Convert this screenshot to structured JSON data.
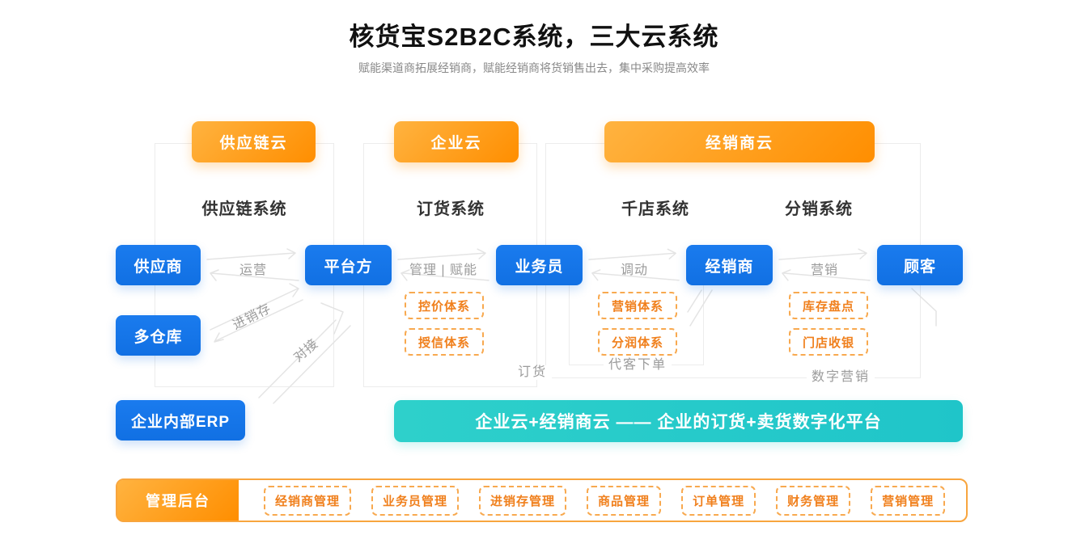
{
  "header": {
    "title": "核货宝S2B2C系统，三大云系统",
    "subtitle": "赋能渠道商拓展经销商，赋能经销商将货销售出去，集中采购提高效率"
  },
  "clouds": {
    "supply": "供应链云",
    "enterprise": "企业云",
    "dealer": "经销商云"
  },
  "sections": {
    "supply": "供应链系统",
    "ordering": "订货系统",
    "stores": "千店系统",
    "distribution": "分销系统"
  },
  "nodes": {
    "supplier": "供应商",
    "platform": "平台方",
    "salesman": "业务员",
    "dealer": "经销商",
    "customer": "顾客",
    "warehouse": "多仓库",
    "erp": "企业内部ERP"
  },
  "flows": {
    "operation": "运营",
    "manage_empower": "管理 | 赋能",
    "dispatch": "调动",
    "marketing": "营销",
    "purchase_sale_stock": "进销存",
    "connect": "对接"
  },
  "features": {
    "price_control": "控价体系",
    "credit": "授信体系",
    "marketing_system": "营销体系",
    "profit_sharing": "分润体系",
    "inventory_check": "库存盘点",
    "store_cashier": "门店收银"
  },
  "zone_labels": {
    "ordering": "订货",
    "order_for_customer": "代客下单",
    "digital_marketing": "数字营销"
  },
  "banner": {
    "text": "企业云+经销商云 —— 企业的订货+卖货数字化平台"
  },
  "admin": {
    "title": "管理后台",
    "items": [
      "经销商管理",
      "业务员管理",
      "进销存管理",
      "商品管理",
      "订单管理",
      "财务管理",
      "营销管理"
    ]
  },
  "colors": {
    "primary_blue": "#1473e6",
    "badge_orange_start": "#ffb340",
    "badge_orange_end": "#ff8e00",
    "teal_banner": "#26cbc8",
    "dashed_orange_border": "#f8a94f",
    "feature_text_orange": "#f0801d",
    "gray_label": "#9b9b9b"
  }
}
